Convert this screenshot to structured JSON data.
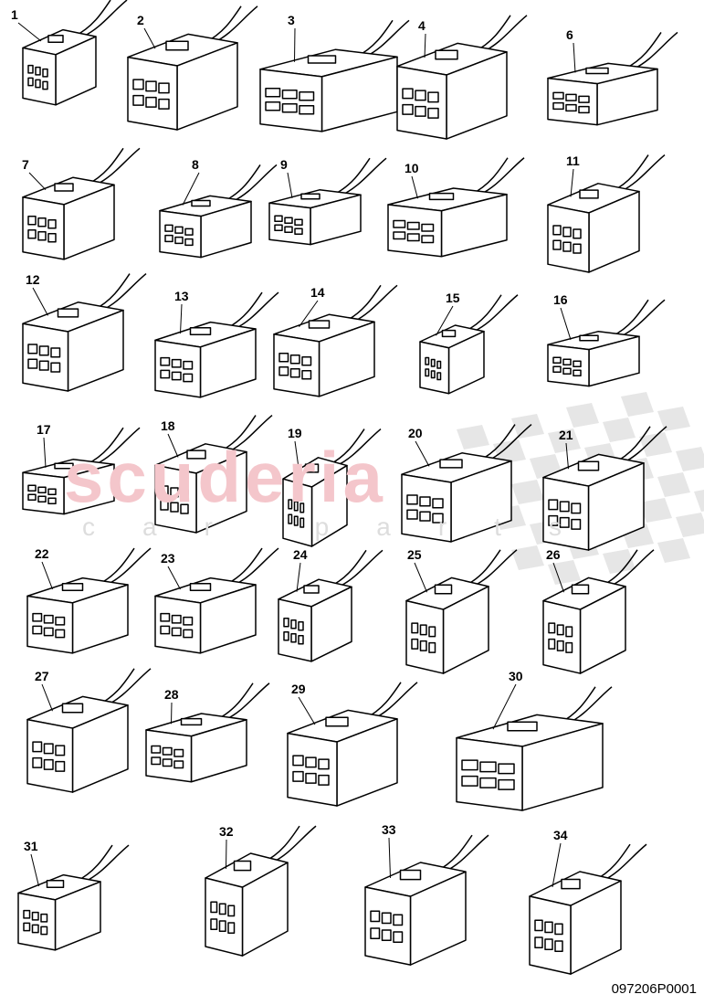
{
  "diagram": {
    "part_labels": [
      "1",
      "2",
      "3",
      "4",
      "6",
      "7",
      "8",
      "9",
      "10",
      "11",
      "12",
      "13",
      "14",
      "15",
      "16",
      "17",
      "18",
      "19",
      "20",
      "21",
      "22",
      "23",
      "24",
      "25",
      "26",
      "27",
      "28",
      "29",
      "30",
      "31",
      "32",
      "33",
      "34"
    ],
    "drawing_number": "097206P0001",
    "watermark": {
      "brand": "scuderia",
      "sub": "car parts"
    },
    "line_color": "#000000",
    "watermark_color": "#f4c6cb"
  }
}
